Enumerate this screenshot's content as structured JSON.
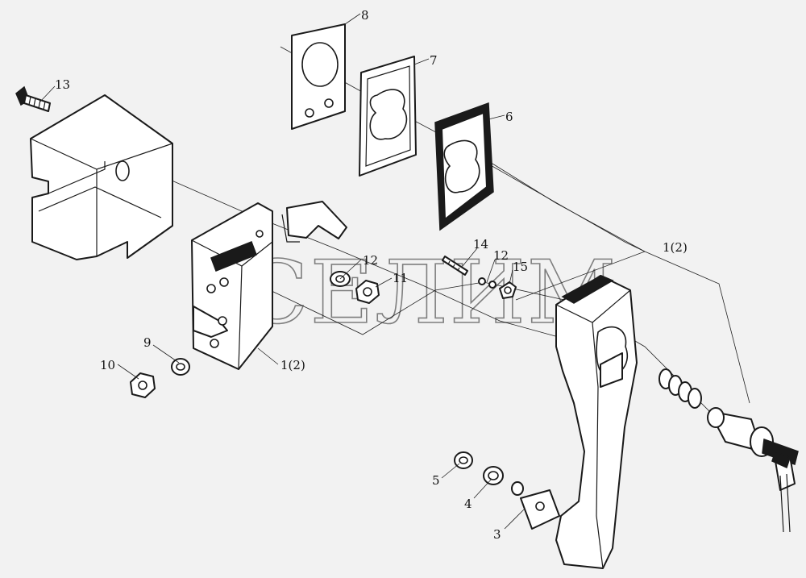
{
  "watermark": "СЕЛИМ",
  "callouts": [
    {
      "id": "c8",
      "text": "8"
    },
    {
      "id": "c7",
      "text": "7"
    },
    {
      "id": "c6",
      "text": "6"
    },
    {
      "id": "c13",
      "text": "13"
    },
    {
      "id": "c12a",
      "text": "12"
    },
    {
      "id": "c11",
      "text": "11"
    },
    {
      "id": "c14",
      "text": "14"
    },
    {
      "id": "c12b",
      "text": "12"
    },
    {
      "id": "c15",
      "text": "15"
    },
    {
      "id": "c1a",
      "text": "1(2)"
    },
    {
      "id": "c1b",
      "text": "1(2)"
    },
    {
      "id": "c9",
      "text": "9"
    },
    {
      "id": "c10",
      "text": "10"
    },
    {
      "id": "c5",
      "text": "5"
    },
    {
      "id": "c4",
      "text": "4"
    },
    {
      "id": "c3",
      "text": "3"
    }
  ]
}
